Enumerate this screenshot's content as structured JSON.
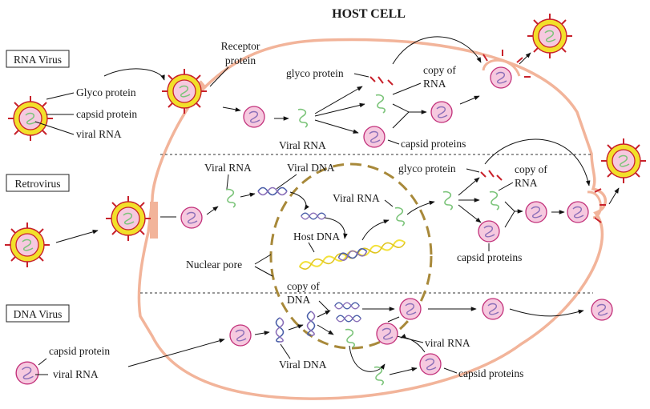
{
  "title": "HOST CELL",
  "sections": {
    "rna_virus": "RNA Virus",
    "retrovirus": "Retrovirus",
    "dna_virus": "DNA Virus"
  },
  "legend": {
    "glyco_protein": "Glyco protein",
    "capsid_protein": "capsid protein",
    "viral_rna": "viral RNA"
  },
  "labels": {
    "receptor_protein_1": "Receptor",
    "receptor_protein_2": "protein",
    "glyco_protein": "glyco protein",
    "copy_of_rna_1": "copy of",
    "copy_of_rna_2": "RNA",
    "viral_rna": "Viral RNA",
    "capsid_proteins": "capsid proteins",
    "retro_viral_rna": "Viral RNA",
    "retro_viral_dna": "Viral DNA",
    "nuclear_viral_rna": "Viral RNA",
    "host_dna": "Host DNA",
    "nuclear_pore": "Nuclear pore",
    "retro_glyco_protein": "glyco protein",
    "retro_copy_of_rna_1": "copy of",
    "retro_copy_of_rna_2": "RNA",
    "retro_capsid_proteins": "capsid proteins",
    "copy_of_dna_1": "copy of",
    "copy_of_dna_2": "DNA",
    "dna_viral_rna": "viral RNA",
    "dna_viral_dna": "Viral DNA",
    "dna_capsid_proteins": "capsid proteins",
    "dna_capsid_protein": "capsid protein",
    "dna_viral_rna_legend": "viral RNA"
  },
  "colors": {
    "cell_membrane": "#f2b49a",
    "nucleus_border": "#a8893a",
    "virus_yellow": "#f2e02a",
    "virus_red": "#c8212b",
    "capsid_pink": "#f6c9df",
    "capsid_stroke": "#c2307a",
    "rna_green": "#7cc47a",
    "rna_purple": "#8a6fb8",
    "dna_blue": "#4a5ea8",
    "host_dna_yellow": "#f3e23a"
  }
}
